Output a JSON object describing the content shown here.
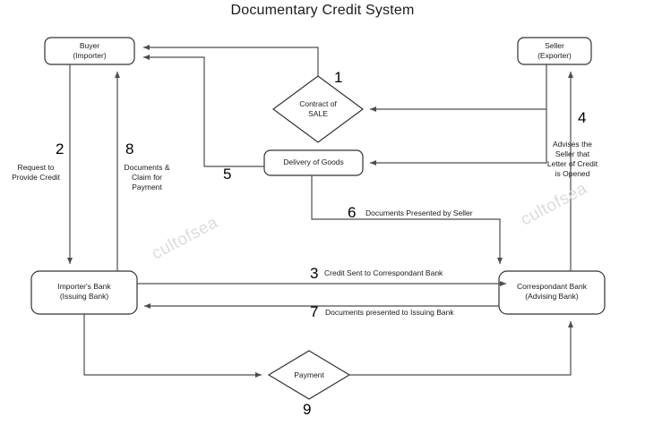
{
  "title": "Documentary Credit System",
  "theme": {
    "line_color": "#4d4d4d",
    "node_stroke": "#333333",
    "text_color": "#1a1a1a",
    "watermark_color": "#dcdcdc",
    "background": "#ffffff"
  },
  "nodes": {
    "buyer": {
      "line1": "Buyer",
      "line2": "(Importer)"
    },
    "seller": {
      "line1": "Seller",
      "line2": "(Exporter)"
    },
    "contract": {
      "line1": "Contract of",
      "line2": "SALE"
    },
    "delivery": {
      "line1": "Delivery of Goods",
      "line2": ""
    },
    "importers_bank": {
      "line1": "Importer's Bank",
      "line2": "(Issuing Bank)"
    },
    "correspondant_bank": {
      "line1": "Correspondant Bank",
      "line2": "(Advising Bank)"
    },
    "payment": {
      "line1": "Payment",
      "line2": ""
    }
  },
  "steps": {
    "s1": {
      "number": "1",
      "label": ""
    },
    "s2": {
      "number": "2",
      "label": "Request to\nProvide Credit",
      "label_l1": "Request to",
      "label_l2": "Provide Credit"
    },
    "s3": {
      "number": "3",
      "label": "Credit Sent to Correspondant Bank"
    },
    "s4": {
      "number": "4",
      "label_l1": "Advises the",
      "label_l2": "Seller that",
      "label_l3": "Letter of Credit",
      "label_l4": "is Opened"
    },
    "s5": {
      "number": "5",
      "label": ""
    },
    "s6": {
      "number": "6",
      "label": "Documents Presented by Seller"
    },
    "s7": {
      "number": "7",
      "label": "Documents presented to Issuing Bank"
    },
    "s8": {
      "number": "8",
      "label_l1": "Documents &",
      "label_l2": "Claim for",
      "label_l3": "Payment"
    },
    "s9": {
      "number": "9",
      "label": ""
    }
  },
  "watermarks": {
    "left": "cultofsea",
    "right": "cultofsea"
  }
}
